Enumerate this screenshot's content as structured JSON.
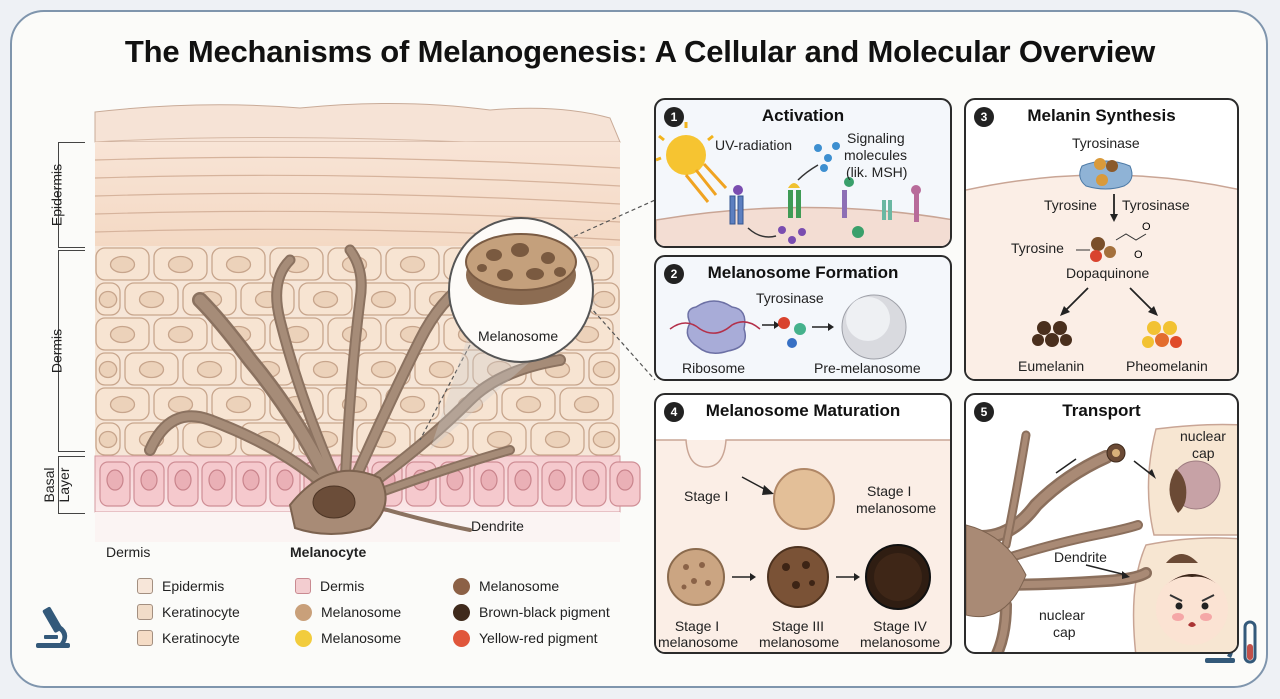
{
  "title": "The Mechanisms of Melanogenesis: A Cellular and Molecular Overview",
  "tissue": {
    "side_labels": [
      "Epidermis",
      "Dermis",
      "Basal Layer"
    ],
    "melanosome_callout": "Melanosome",
    "dendrite_label": "Dendrite",
    "dermis_label": "Dermis",
    "melanocyte_label": "Melanocyte"
  },
  "legend": {
    "items": [
      {
        "label": "Epidermis",
        "color": "#f7e6d9",
        "shape": "square"
      },
      {
        "label": "Dermis",
        "color": "#f3cdd0",
        "shape": "square"
      },
      {
        "label": "Melanosome",
        "color": "#8c6146",
        "shape": "circle"
      },
      {
        "label": "Keratinocyte",
        "color": "#f1dcc8",
        "shape": "square"
      },
      {
        "label": "Melanosome",
        "color": "#c9a07a",
        "shape": "circle"
      },
      {
        "label": "Brown-black pigment",
        "color": "#3f2a1c",
        "shape": "circle"
      },
      {
        "label": "Keratinocyte",
        "color": "#f5dcc6",
        "shape": "square"
      },
      {
        "label": "Melanosome",
        "color": "#f2cc3d",
        "shape": "circle"
      },
      {
        "label": "Yellow-red pigment",
        "color": "#e0563b",
        "shape": "circle"
      }
    ]
  },
  "panels": {
    "p1": {
      "num": "1",
      "title": "Activation",
      "uv": "UV-radiation",
      "signal_line1": "Signaling",
      "signal_line2": "molecules",
      "signal_line3": "(lik. MSH)"
    },
    "p2": {
      "num": "2",
      "title": "Melanosome Formation",
      "tyrosinase": "Tyrosinase",
      "ribosome": "Ribosome",
      "premelanosome": "Pre-melanosome"
    },
    "p3": {
      "num": "3",
      "title": "Melanin Synthesis",
      "tyrosinase_top": "Tyrosinase",
      "tyrosine_a": "Tyrosine",
      "tyrosinase_b": "Tyrosinase",
      "tyrosine_c": "Tyrosine",
      "dopaquinone": "Dopaquinone",
      "eumelanin": "Eumelanin",
      "pheomelanin": "Pheomelanin"
    },
    "p4": {
      "num": "4",
      "title": "Melanosome Maturation",
      "stage_i": "Stage I",
      "stage_i_mel_1": "Stage I",
      "stage_i_mel_2": "melanosome",
      "s1_l1": "Stage I",
      "s1_l2": "melanosome",
      "s3_l1": "Stage III",
      "s3_l2": "melanosome",
      "s4_l1": "Stage IV",
      "s4_l2": "melanosome"
    },
    "p5": {
      "num": "5",
      "title": "Transport",
      "nuclear_cap_top_1": "nuclear",
      "nuclear_cap_top_2": "cap",
      "dendrite": "Dendrite",
      "nuclear_cap_bottom_1": "nuclear",
      "nuclear_cap_bottom_2": "cap"
    }
  }
}
